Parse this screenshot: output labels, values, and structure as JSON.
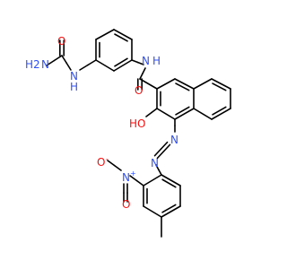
{
  "structure": {
    "labels": {
      "urea_o": "O",
      "urea_n": "N",
      "urea_h2": "H2",
      "urea_nh": "N",
      "urea_nh_h": "H",
      "amide_n": "N",
      "amide_h": "H",
      "amide_o": "O",
      "hydroxyl": "HO",
      "azo_n1": "N",
      "azo_n2": "N",
      "nitro_o_minus": "O",
      "nitro_minus_sign": "-",
      "nitro_n": "N",
      "nitro_plus_sign": "+",
      "nitro_o": "O"
    },
    "colors": {
      "carbon_bond": "#000000",
      "nitrogen": "#3050F8",
      "oxygen": "#FF0D0D"
    }
  }
}
